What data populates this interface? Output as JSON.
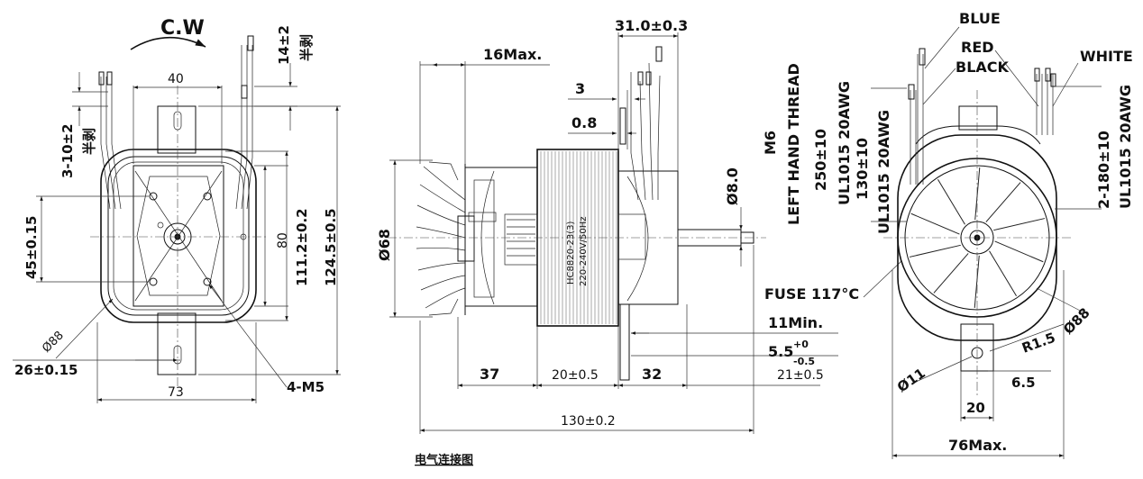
{
  "views": {
    "front": {
      "rotation": "C.W",
      "strip_top": "半剥",
      "strip_left": "半剥",
      "dims": {
        "d40": "40",
        "d14": "14±2",
        "d310": "3-10±2",
        "d45": "45±0.15",
        "d80": "80",
        "d111": "111.2±0.2",
        "d124": "124.5±0.5",
        "d88": "Ø88",
        "d26": "26±0.15",
        "d73": "73",
        "m5": "4-M5"
      }
    },
    "side": {
      "dims": {
        "d31": "31.0±0.3",
        "d16": "16Max.",
        "d3": "3",
        "d08": "0.8",
        "d68": "Ø68",
        "shaft": "Ø8.0",
        "d11min": "11Min.",
        "d55": "5.5",
        "d55_up": "+0",
        "d55_lo": "-0.5",
        "d37": "37",
        "d20": "20±0.5",
        "d32": "32",
        "d21": "21±0.5",
        "d130": "130±0.2"
      },
      "stator_text1": "HC8820-23(3)",
      "stator_text2": "220-240V/50Hz",
      "fuse": "FUSE 117°C",
      "thread": "LEFT HAND THREAD",
      "m6": "M6"
    },
    "rear": {
      "wires": {
        "blue": "BLUE",
        "red": "RED",
        "black": "BLACK",
        "white": "WHITE"
      },
      "spec1a": "250±10",
      "spec1b": "UL1015  20AWG",
      "spec2a": "130±10",
      "spec2b": "UL1015  20AWG",
      "spec3a": "2-180±10",
      "spec3b": "UL1015  20AWG",
      "dims": {
        "r15": "R1.5",
        "d88": "Ø88",
        "d11": "Ø11",
        "d65": "6.5",
        "d20": "20",
        "d76": "76Max."
      }
    }
  },
  "caption": "电气连接图"
}
